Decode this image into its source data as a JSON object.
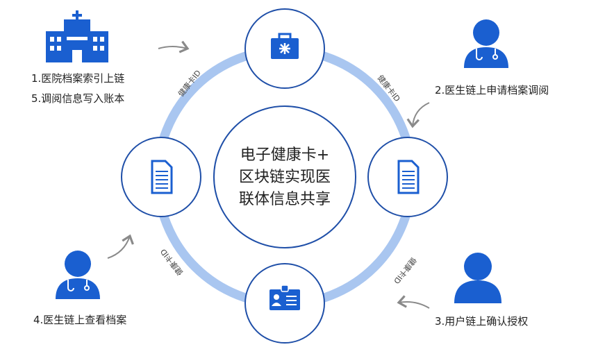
{
  "center_text": [
    "电子健康卡+",
    "区块链实现医",
    "联体信息共享"
  ],
  "steps": {
    "s1": "1.医院档案索引上链",
    "s5": "5.调阅信息写入账本",
    "s2": "2.医生链上申请档案调阅",
    "s3": "3.用户链上确认授权",
    "s4": "4.医生链上查看档案"
  },
  "ring_labels": [
    "健康卡ID",
    "健康卡ID",
    "健康卡ID",
    "健康卡ID"
  ],
  "icons": [
    "hospital-icon",
    "medical-kit-icon",
    "doctor-icon",
    "document-icon",
    "user-icon",
    "id-card-icon"
  ],
  "colors": {
    "primary": "#1a5fd0",
    "ring": "#a9c6f0",
    "node_stroke": "#1f4fa8",
    "arrow": "#8a8a8a"
  }
}
